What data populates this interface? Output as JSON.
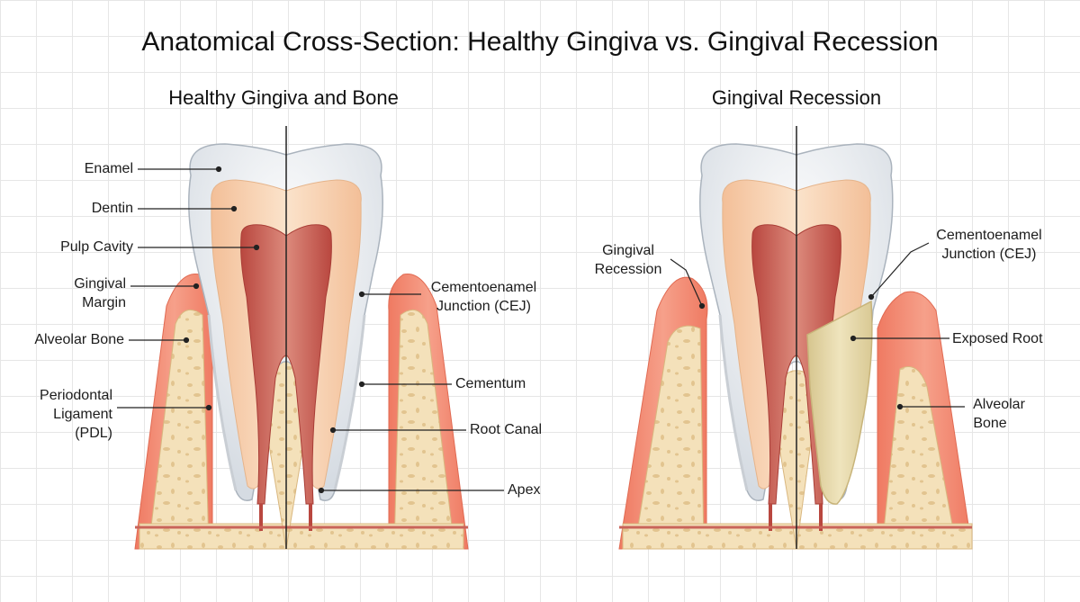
{
  "title": "Anatomical Cross-Section: Healthy Gingiva vs. Gingival Recession",
  "panels": {
    "healthy": {
      "title": "Healthy Gingiva and Bone",
      "labels": {
        "enamel": "Enamel",
        "dentin": "Dentin",
        "pulp": "Pulp Cavity",
        "gingival_margin_1": "Gingival",
        "gingival_margin_2": "Margin",
        "alveolar_bone": "Alveolar Bone",
        "pdl_1": "Periodontal",
        "pdl_2": "Ligament",
        "pdl_3": "(PDL)",
        "cej_1": "Cementoenamel",
        "cej_2": "Junction (CEJ)",
        "cementum": "Cementum",
        "root_canal": "Root Canal",
        "apex": "Apex"
      }
    },
    "recession": {
      "title": "Gingival Recession",
      "labels": {
        "recession_1": "Gingival",
        "recession_2": "Recession",
        "cej_1": "Cementoenamel",
        "cej_2": "Junction (CEJ)",
        "exposed_root": "Exposed Root",
        "alveolar_1": "Alveolar",
        "alveolar_2": "Bone"
      }
    }
  },
  "colors": {
    "gum": "#f2876f",
    "gum_light": "#f8b4a2",
    "bone": "#f3dfb7",
    "enamel": "#eef1f4",
    "dentin": "#f6ceab",
    "pulp": "#c4564b",
    "exposed_root": "#e6d8a6"
  }
}
